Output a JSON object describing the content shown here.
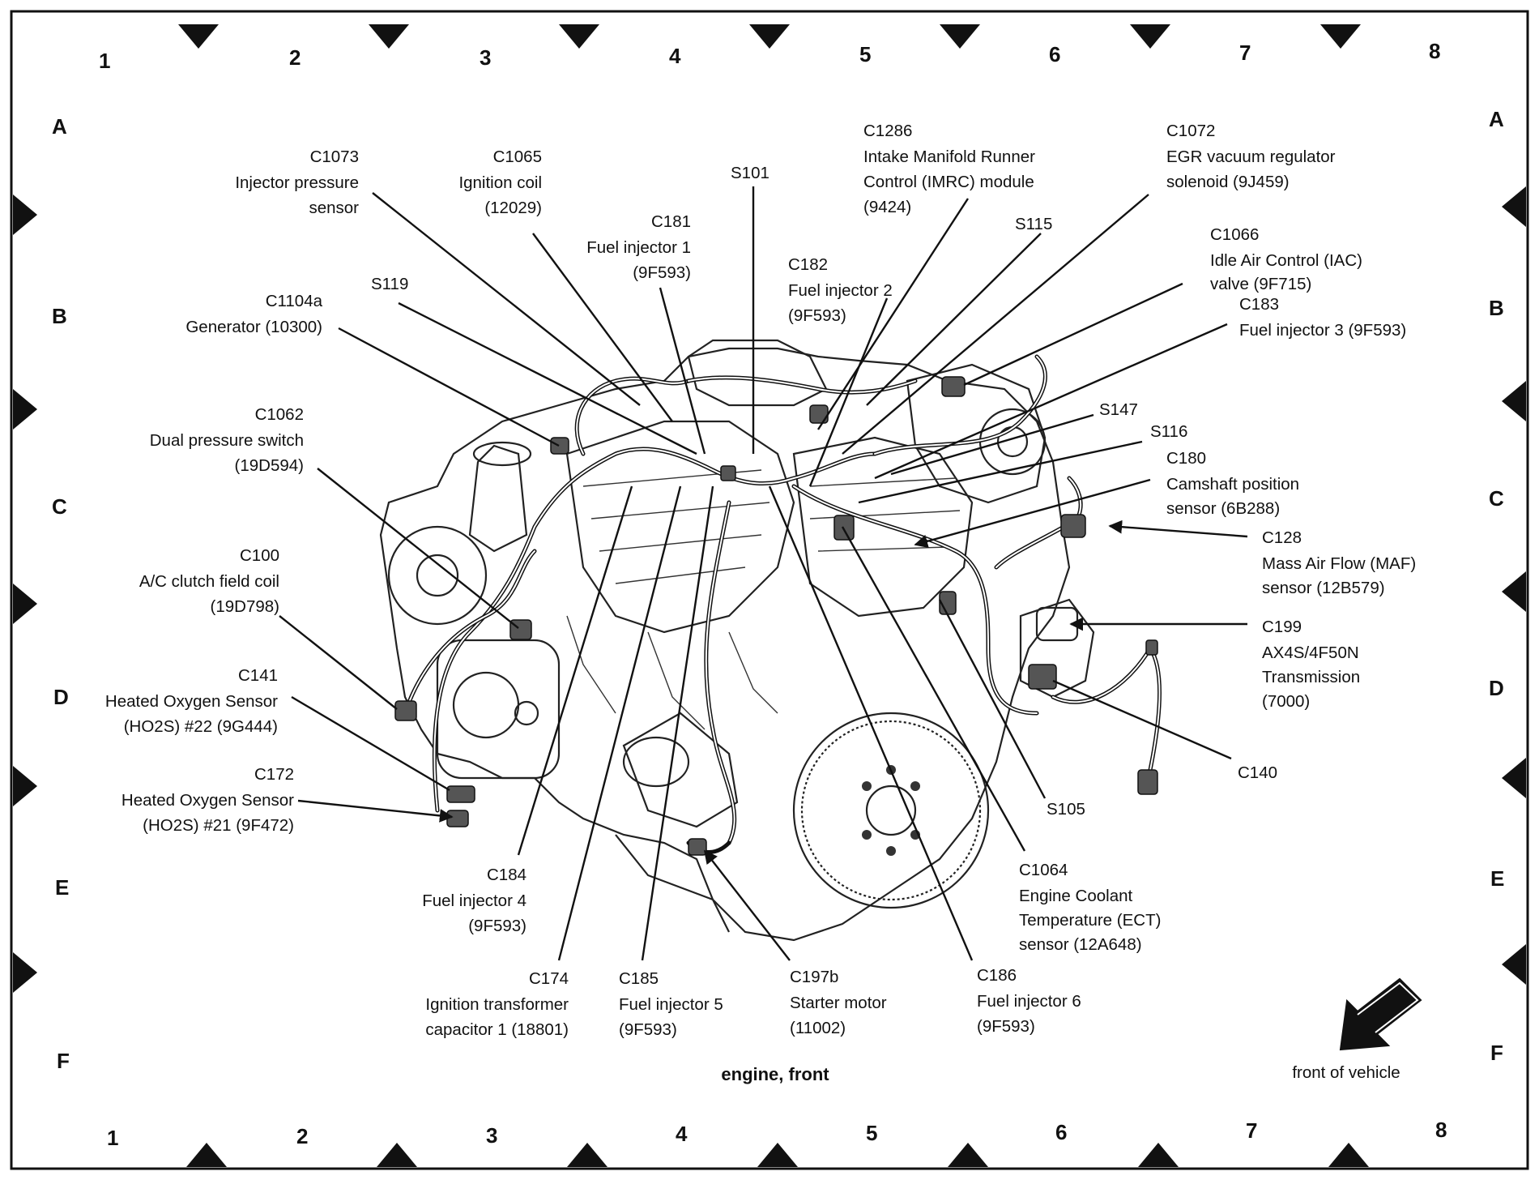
{
  "diagram": {
    "caption": "engine, front",
    "front_of_vehicle": "front of vehicle",
    "columns": [
      "1",
      "2",
      "3",
      "4",
      "5",
      "6",
      "7",
      "8"
    ],
    "rows": [
      "A",
      "B",
      "C",
      "D",
      "E",
      "F"
    ]
  },
  "labels": {
    "c1073": {
      "code": "C1073",
      "line1": "Injector pressure",
      "line2": "sensor"
    },
    "c1065": {
      "code": "C1065",
      "line1": "Ignition coil",
      "line2": "(12029)"
    },
    "s101": {
      "code": "S101"
    },
    "c181": {
      "code": "C181",
      "line1": "Fuel injector 1",
      "line2": "(9F593)"
    },
    "c1286": {
      "code": "C1286",
      "line1": "Intake Manifold Runner",
      "line2": "Control (IMRC) module",
      "line3": "(9424)"
    },
    "c1072": {
      "code": "C1072",
      "line1": "EGR vacuum regulator",
      "line2": "solenoid (9J459)"
    },
    "s115": {
      "code": "S115"
    },
    "c1066": {
      "code": "C1066",
      "line1": "Idle Air Control (IAC)",
      "line2": "valve (9F715)"
    },
    "c183": {
      "code": "C183",
      "line1": "Fuel injector 3 (9F593)"
    },
    "c182": {
      "code": "C182",
      "line1": "Fuel injector 2",
      "line2": "(9F593)"
    },
    "s119": {
      "code": "S119"
    },
    "c1104a": {
      "code": "C1104a",
      "line1": "Generator (10300)"
    },
    "c1062": {
      "code": "C1062",
      "line1": "Dual pressure switch",
      "line2": "(19D594)"
    },
    "s147": {
      "code": "S147"
    },
    "s116": {
      "code": "S116"
    },
    "c180": {
      "code": "C180",
      "line1": "Camshaft position",
      "line2": "sensor (6B288)"
    },
    "c128": {
      "code": "C128",
      "line1": "Mass Air Flow (MAF)",
      "line2": "sensor (12B579)"
    },
    "c100": {
      "code": "C100",
      "line1": "A/C clutch field coil",
      "line2": "(19D798)"
    },
    "c199": {
      "code": "C199",
      "line1": "AX4S/4F50N",
      "line2": "Transmission",
      "line3": "(7000)"
    },
    "c141": {
      "code": "C141",
      "line1": "Heated Oxygen Sensor",
      "line2": "(HO2S) #22 (9G444)"
    },
    "c140": {
      "code": "C140"
    },
    "c172": {
      "code": "C172",
      "line1": "Heated Oxygen Sensor",
      "line2": "(HO2S) #21 (9F472)"
    },
    "s105": {
      "code": "S105"
    },
    "c184": {
      "code": "C184",
      "line1": "Fuel injector 4",
      "line2": "(9F593)"
    },
    "c1064": {
      "code": "C1064",
      "line1": "Engine Coolant",
      "line2": "Temperature (ECT)",
      "line3": "sensor (12A648)"
    },
    "c174": {
      "code": "C174",
      "line1": "Ignition transformer",
      "line2": "capacitor 1 (18801)"
    },
    "c185": {
      "code": "C185",
      "line1": "Fuel injector 5",
      "line2": "(9F593)"
    },
    "c197b": {
      "code": "C197b",
      "line1": "Starter motor",
      "line2": "(11002)"
    },
    "c186": {
      "code": "C186",
      "line1": "Fuel injector 6",
      "line2": "(9F593)"
    }
  }
}
